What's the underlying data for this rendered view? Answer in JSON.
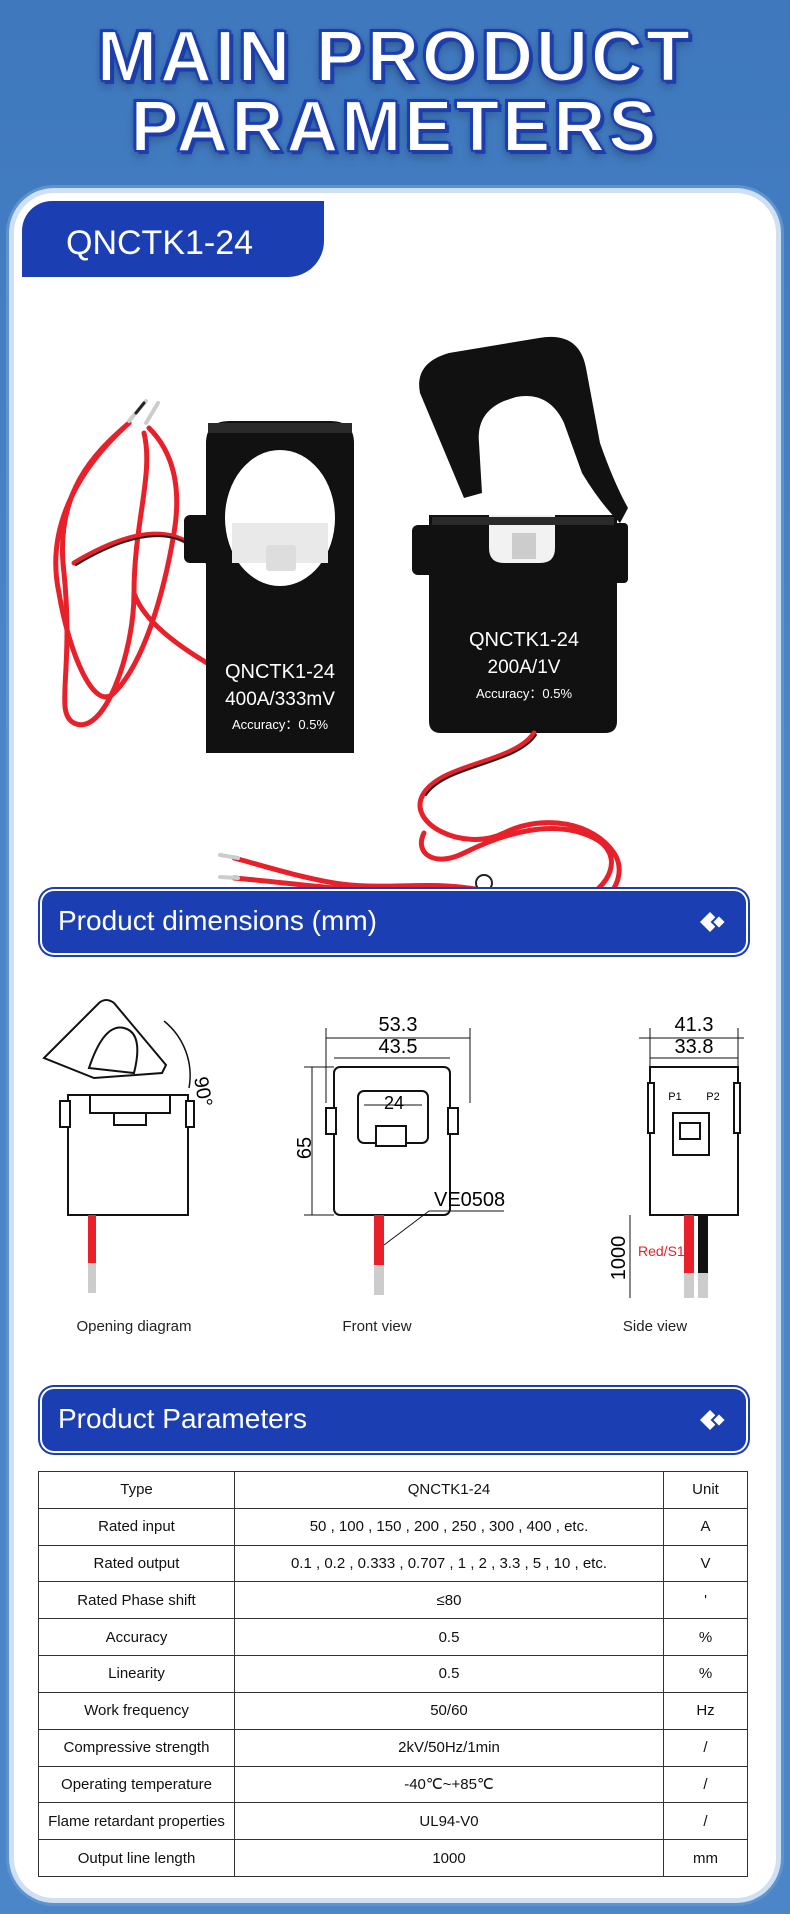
{
  "header": {
    "line1": "MAIN PRODUCT",
    "line2": "PARAMETERS"
  },
  "model_tab": "QNCTK1-24",
  "photo": {
    "left_ct": {
      "model": "QNCTK1-24",
      "rating": "400A/333mV",
      "accuracy": "Accuracy：0.5%"
    },
    "right_ct": {
      "model": "QNCTK1-24",
      "rating": "200A/1V",
      "accuracy": "Accuracy：0.5%"
    }
  },
  "dimensions_section": {
    "title": "Product dimensions (mm)",
    "opening": {
      "angle": "90°",
      "caption": "Opening diagram"
    },
    "front": {
      "width_outer": "53.3",
      "width_inner": "43.5",
      "height": "65",
      "hole": "24",
      "terminal": "VE0508",
      "caption": "Front view"
    },
    "side": {
      "width_outer": "41.3",
      "width_inner": "33.8",
      "p1": "P1",
      "p2": "P2",
      "length": "1000",
      "wire": "Red/S1",
      "caption": "Side view"
    }
  },
  "params_section": {
    "title": "Product Parameters",
    "header": [
      "Type",
      "QNCTK1-24",
      "Unit"
    ],
    "rows": [
      [
        "Rated input",
        "50 , 100 , 150 , 200 , 250 , 300 , 400 , etc.",
        "A"
      ],
      [
        "Rated output",
        "0.1 , 0.2 , 0.333 , 0.707 , 1 , 2 , 3.3 , 5 , 10 , etc.",
        "V"
      ],
      [
        "Rated Phase shift",
        "≤80",
        "'"
      ],
      [
        "Accuracy",
        "0.5",
        "%"
      ],
      [
        "Linearity",
        "0.5",
        "%"
      ],
      [
        "Work frequency",
        "50/60",
        "Hz"
      ],
      [
        "Compressive strength",
        "2kV/50Hz/1min",
        "/"
      ],
      [
        "Operating temperature",
        "-40℃~+85℃",
        "/"
      ],
      [
        "Flame retardant properties",
        "UL94-V0",
        "/"
      ],
      [
        "Output line length",
        "1000",
        "mm"
      ]
    ]
  },
  "colors": {
    "brand_blue": "#1b3fb2",
    "background": "#4a86c8",
    "wire_red": "#e8202a"
  }
}
